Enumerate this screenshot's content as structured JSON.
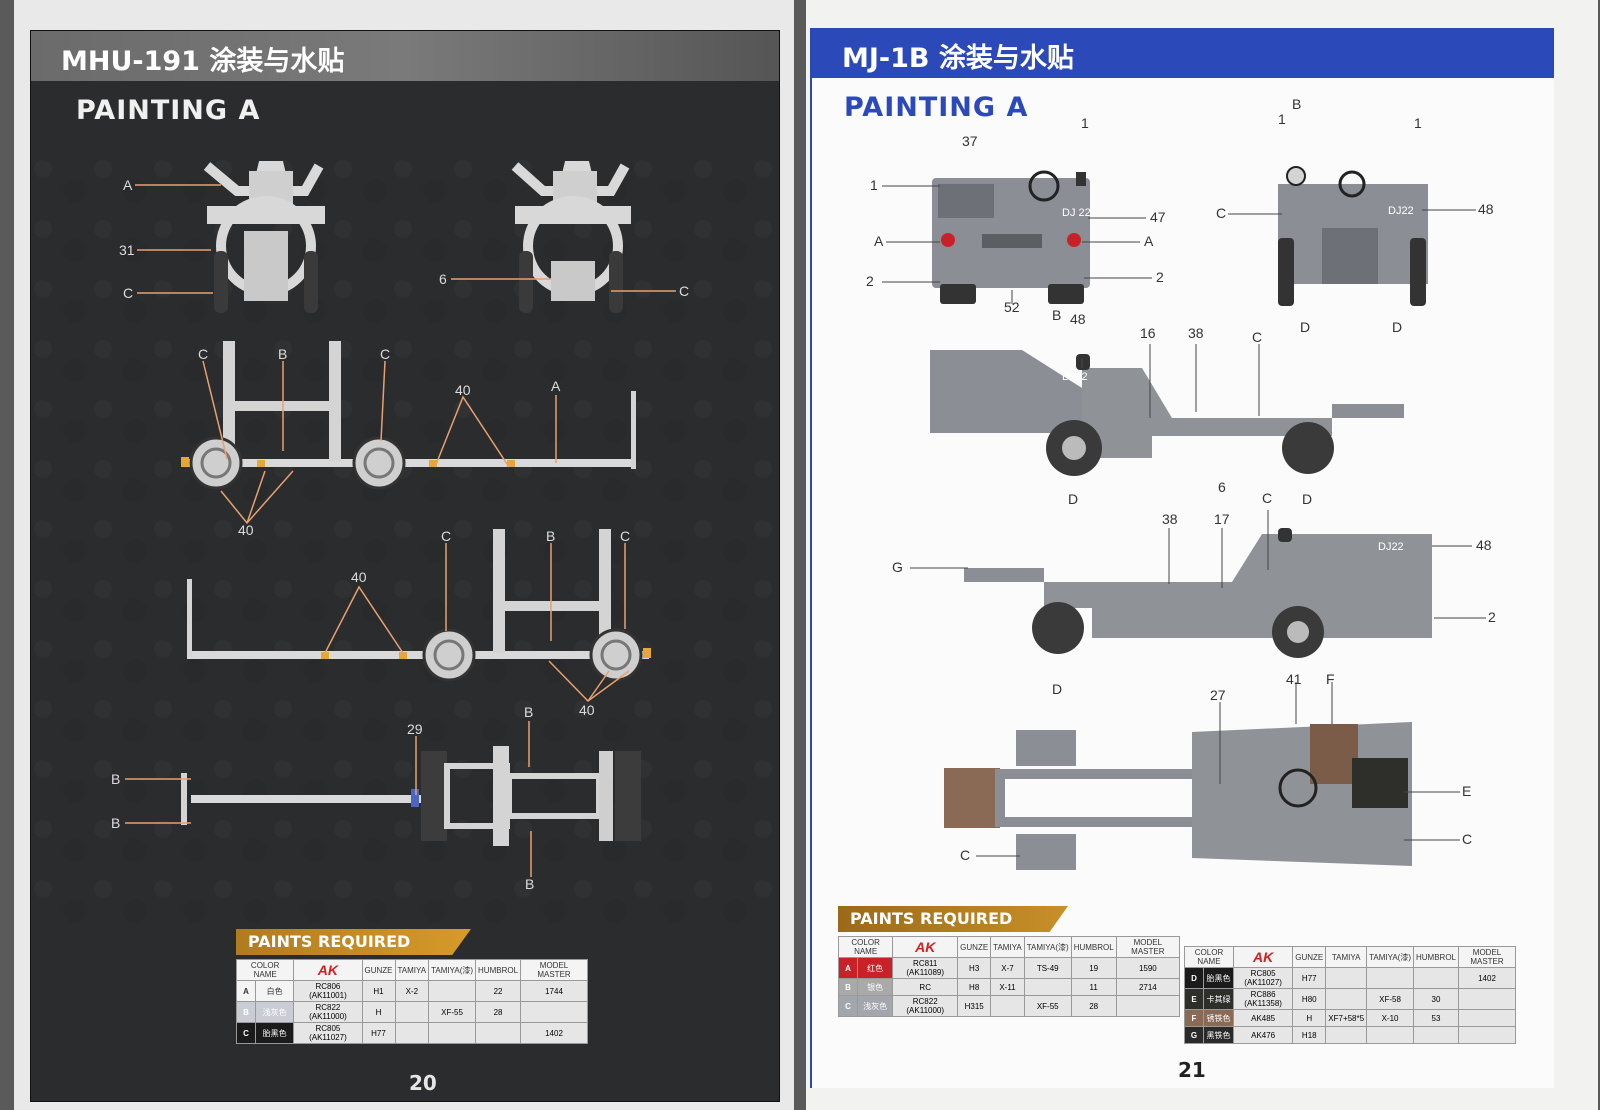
{
  "left_page": {
    "header_title": "MHU-191 涂装与水贴",
    "painting_label": "PAINTING  A",
    "page_number": "20",
    "callouts": {
      "front_a": "A",
      "front_31": "31",
      "front_c": "C",
      "rear_6": "6",
      "rear_c": "C",
      "side1_c1": "C",
      "side1_b": "B",
      "side1_c2": "C",
      "side1_40a": "40",
      "side1_a": "A",
      "side1_40b": "40",
      "side2_c1": "C",
      "side2_40a": "40",
      "side2_b": "B",
      "side2_c2": "C",
      "side2_40b": "40",
      "top_29": "29",
      "top_b1": "B",
      "top_b2": "B",
      "top_b3": "B",
      "top_b4": "B"
    },
    "paints": {
      "banner": "PAINTS REQUIRED",
      "headers": {
        "color_name": "COLOR NAME",
        "ak": "AK",
        "gunze": "GUNZE",
        "tamiya": "TAMIYA",
        "tamiya_sub": "TAMIYA(漆)",
        "humbrol": "HUMBROL",
        "model_master": "MODEL MASTER"
      },
      "rows": [
        {
          "key": "A",
          "name": "白色",
          "ak": "RC806 (AK11001)",
          "gunze": "H1",
          "tamiya": "X-2",
          "tamiya_sub": "",
          "humbrol": "22",
          "model_master": "1744",
          "swatch": "#f4f4f4",
          "key_color": "#333333"
        },
        {
          "key": "B",
          "name": "浅灰色",
          "ak": "RC822 (AK11000)",
          "gunze": "H",
          "tamiya": "",
          "tamiya_sub": "XF-55",
          "humbrol": "28",
          "model_master": "",
          "swatch": "#c9ccd2",
          "key_color": "#ffffff"
        },
        {
          "key": "C",
          "name": "胎黑色",
          "ak": "RC805 (AK11027)",
          "gunze": "H77",
          "tamiya": "",
          "tamiya_sub": "",
          "humbrol": "",
          "model_master": "1402",
          "swatch": "#1b1b1b",
          "key_color": "#ffffff"
        }
      ]
    }
  },
  "right_page": {
    "header_title": "MJ-1B 涂装与水贴",
    "painting_label": "PAINTING  A",
    "page_number": "21",
    "callouts": {
      "f_37": "37",
      "f_1a": "1",
      "f_1b": "1",
      "f_47": "47",
      "f_a1": "A",
      "f_a2": "A",
      "f_2a": "2",
      "f_2b": "2",
      "f_52": "52",
      "f_b": "B",
      "r_b": "B",
      "r_1a": "1",
      "r_1b": "1",
      "r_c": "C",
      "r_48": "48",
      "r_d1": "D",
      "r_d2": "D",
      "s1_48": "48",
      "s1_16": "16",
      "s1_38": "38",
      "s1_c": "C",
      "s1_d1": "D",
      "s1_6": "6",
      "s1_d2": "D",
      "s2_38": "38",
      "s2_17": "17",
      "s2_c": "C",
      "s2_48": "48",
      "s2_g": "G",
      "s2_2": "2",
      "s2_d": "D",
      "t_27": "27",
      "t_41": "41",
      "t_f": "F",
      "t_e": "E",
      "t_c1": "C",
      "t_c2": "C"
    },
    "decal_front": "DJ 22",
    "decal_side": "DJ22",
    "paints": {
      "banner": "PAINTS REQUIRED",
      "headers": {
        "color_name": "COLOR NAME",
        "ak": "AK",
        "gunze": "GUNZE",
        "tamiya": "TAMIYA",
        "tamiya_sub": "TAMIYA(漆)",
        "humbrol": "HUMBROL",
        "model_master": "MODEL MASTER"
      },
      "rows_a": [
        {
          "key": "A",
          "name": "红色",
          "ak": "RC811 (AK11089)",
          "gunze": "H3",
          "tamiya": "X-7",
          "tamiya_sub": "TS-49",
          "humbrol": "19",
          "model_master": "1590",
          "swatch": "#c82127",
          "key_color": "#ffffff"
        },
        {
          "key": "B",
          "name": "银色",
          "ak": "RC",
          "gunze": "H8",
          "tamiya": "X-11",
          "tamiya_sub": "",
          "humbrol": "11",
          "model_master": "2714",
          "swatch": "#a9a9a9",
          "key_color": "#ffffff"
        },
        {
          "key": "C",
          "name": "浅灰色",
          "ak": "RC822 (AK11000)",
          "gunze": "H315",
          "tamiya": "",
          "tamiya_sub": "XF-55",
          "humbrol": "28",
          "model_master": "",
          "swatch": "#a3a6ac",
          "key_color": "#ffffff"
        }
      ],
      "rows_b": [
        {
          "key": "D",
          "name": "胎黑色",
          "ak": "RC805 (AK11027)",
          "gunze": "H77",
          "tamiya": "",
          "tamiya_sub": "",
          "humbrol": "",
          "model_master": "1402",
          "swatch": "#1b1b1b",
          "key_color": "#ffffff"
        },
        {
          "key": "E",
          "name": "卡其绿",
          "ak": "RC886 (AK11358)",
          "gunze": "H80",
          "tamiya": "",
          "tamiya_sub": "XF-58",
          "humbrol": "30",
          "model_master": "",
          "swatch": "#2e2f2b",
          "key_color": "#ffffff"
        },
        {
          "key": "F",
          "name": "锈铁色",
          "ak": "AK485",
          "gunze": "H",
          "tamiya": "XF7+58*5",
          "tamiya_sub": "X-10",
          "humbrol": "53",
          "model_master": "",
          "swatch": "#8a6a55",
          "key_color": "#ffffff"
        },
        {
          "key": "G",
          "name": "黑铁色",
          "ak": "AK476",
          "gunze": "H18",
          "tamiya": "",
          "tamiya_sub": "",
          "humbrol": "",
          "model_master": "",
          "swatch": "#2a2a2a",
          "key_color": "#ffffff"
        }
      ]
    }
  }
}
